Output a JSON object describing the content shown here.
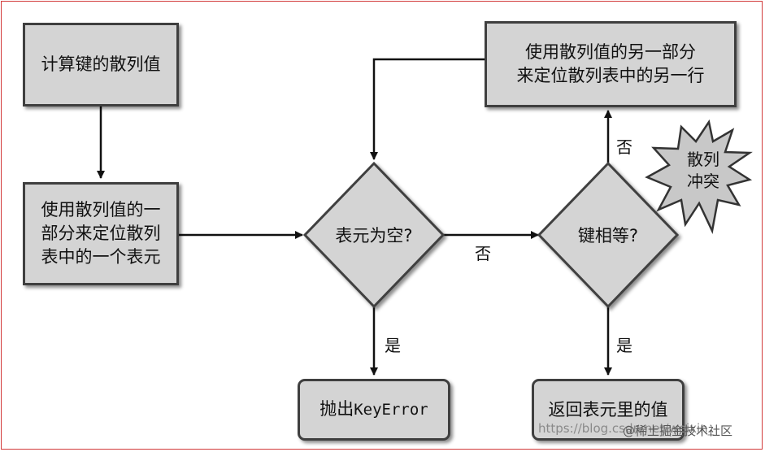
{
  "nodes": {
    "compute_hash": "计算键的散列值",
    "locate_cell": [
      "使用散列值的一",
      "部分来定位散列",
      "表中的一个表元"
    ],
    "is_empty": "表元为空?",
    "keys_equal": "键相等?",
    "relocate": [
      "使用散列值的另一部分",
      "来定位散列表中的另一行"
    ],
    "raise_error_prefix": "抛出",
    "raise_error_code": "KeyError",
    "return_value": "返回表元里的值",
    "collision": [
      "散列",
      "冲突"
    ]
  },
  "edges": {
    "no_1": "否",
    "no_2": "否",
    "yes_1": "是",
    "yes_2": "是"
  },
  "watermark": {
    "site": "https://blog.csdn.net/weixin_",
    "brand": "@稀土掘金技术社区"
  },
  "colors": {
    "frame": "#d23a3a",
    "box_fill": "#d4d4d4",
    "box_border": "#3f3f3f",
    "burst_fill": "#c8c8c8"
  }
}
